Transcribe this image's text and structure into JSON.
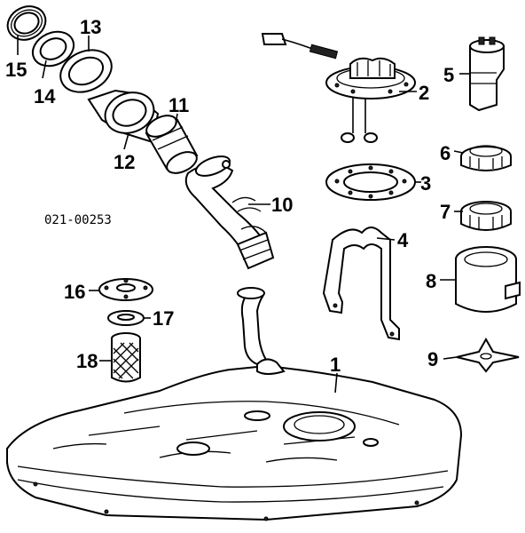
{
  "diagram_code": "021-00253",
  "callouts": [
    "1",
    "2",
    "3",
    "4",
    "5",
    "6",
    "7",
    "8",
    "9",
    "10",
    "11",
    "12",
    "13",
    "14",
    "15",
    "16",
    "17",
    "18"
  ]
}
